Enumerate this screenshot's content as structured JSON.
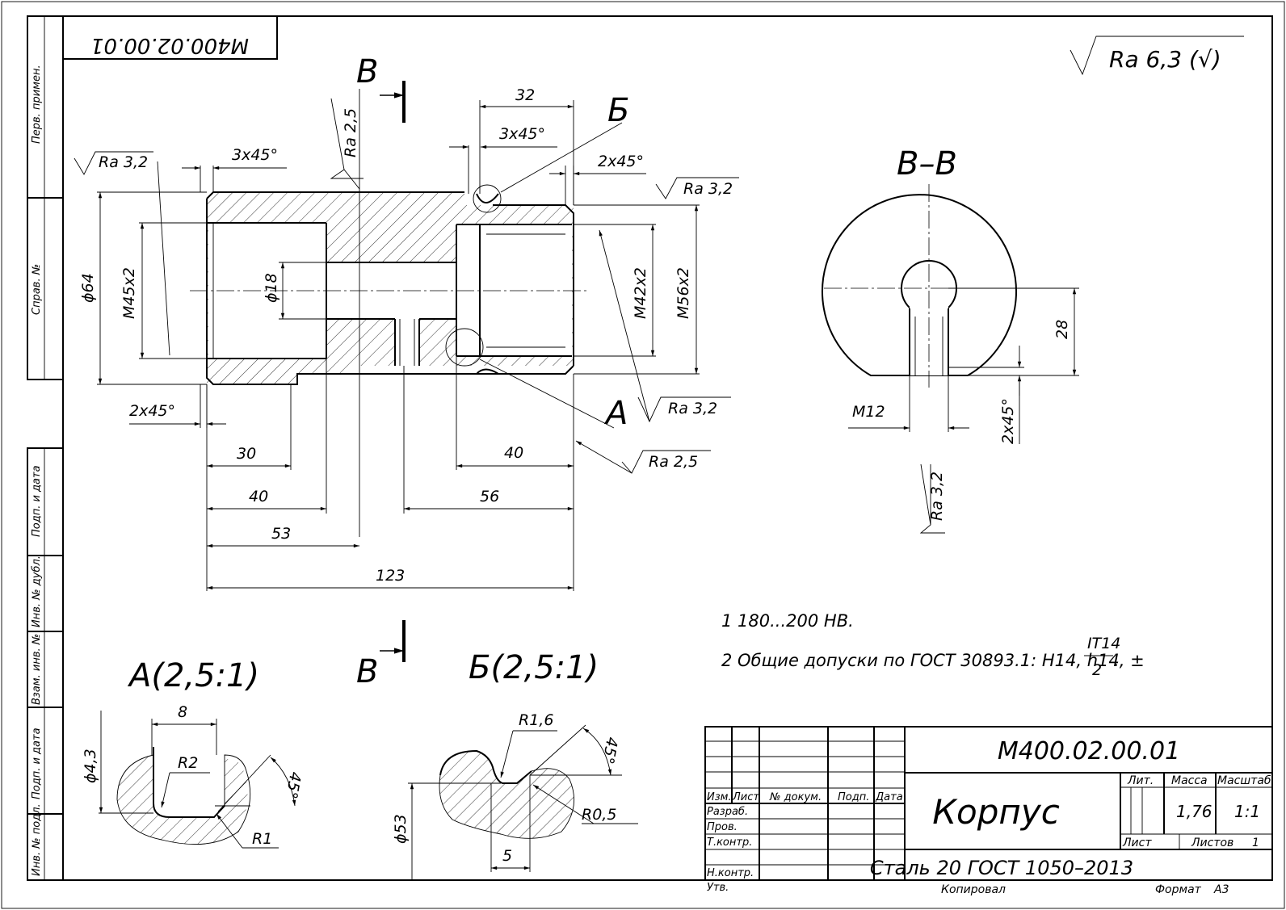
{
  "drawing": {
    "designation": "М400.02.00.01",
    "designation_rotated": "М400.02.00.01",
    "roughness_general": "Ra 6,3 (√)",
    "title": "Корпус",
    "material": "Сталь 20 ГОСТ 1050–2013",
    "mass": "1,76",
    "scale": "1:1",
    "sheets_total": "1",
    "format_label": "Формат",
    "format_value": "A3",
    "copied_label": "Копировал"
  },
  "title_block": {
    "lit": "Лит.",
    "mass": "Масса",
    "scale": "Масштаб",
    "sheet": "Лист",
    "sheets": "Листов",
    "izm": "Изм.",
    "list": "Лист",
    "doc_no": "№ докум.",
    "sign": "Подп.",
    "date": "Дата",
    "developed": "Разраб.",
    "checked": "Пров.",
    "tech_control": "Т.контр.",
    "norm_control": "Н.контр.",
    "approved": "Утв."
  },
  "side_stamps": [
    "Перв. примен.",
    "Справ. №",
    "Подп. и дата",
    "Инв. № дубл.",
    "Взам. инв. №",
    "Подп. и дата",
    "Инв. № подл."
  ],
  "main_view": {
    "cut_label": "В",
    "detail_a": "А",
    "detail_b": "Б",
    "dims": {
      "d64": "ϕ64",
      "m45": "М45х2",
      "d18": "ϕ18",
      "m42": "М42х2",
      "m56": "М56х2",
      "ch1": "3х45°",
      "ch2": "3х45°",
      "ch3": "2х45°",
      "ch4": "2х45°",
      "l32": "32",
      "l30": "30",
      "l40a": "40",
      "l53": "53",
      "l123": "123",
      "l40b": "40",
      "l56": "56"
    },
    "roughness": {
      "r1": "Ra 3,2",
      "r2": "Ra 2,5",
      "r3": "Ra 3,2",
      "r4": "Ra 3,2",
      "r5": "Ra 2,5"
    }
  },
  "section_view": {
    "title": "В–В",
    "m12": "М12",
    "d28": "28",
    "ch": "2х45°",
    "ra": "Ra 3,2"
  },
  "detail_a": {
    "title": "А(2,5:1)",
    "w8": "8",
    "d43": "ϕ4,3",
    "r2": "R2",
    "r1": "R1",
    "angle": "45°"
  },
  "detail_b": {
    "title": "Б(2,5:1)",
    "r16": "R1,6",
    "d53": "ϕ53",
    "r05": "R0,5",
    "w5": "5",
    "angle": "45°"
  },
  "notes": {
    "n1": "1  180...200 НВ.",
    "n2": "2  Общие допуски по ГОСТ 30893.1: Н14, h14, ±",
    "frac_top": "IT14",
    "frac_bottom": "2"
  }
}
